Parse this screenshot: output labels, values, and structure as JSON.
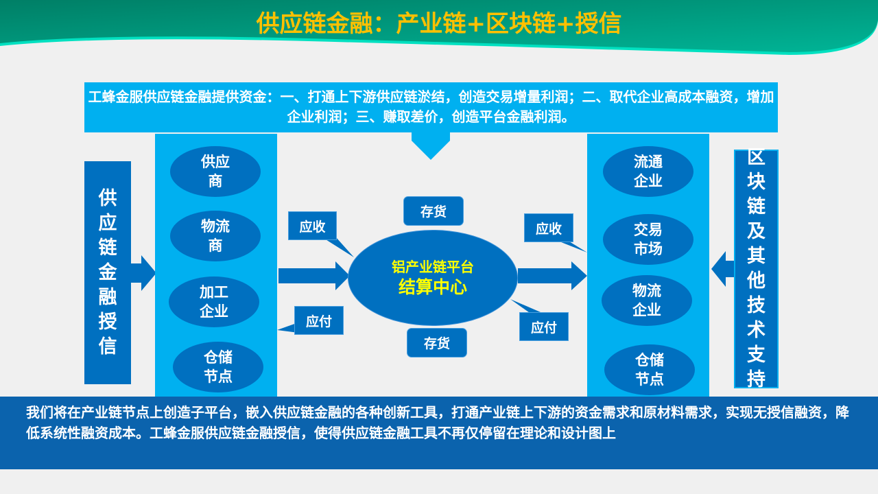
{
  "title": "供应链金融：产业链+区块链+授信",
  "top_text": "工蜂金服供应链金融提供资金：一、打通上下游供应链淤结，创造交易增量利润；二、取代企业高成本融资，增加企业利润；三、赚取差价，创造平台金融利润。",
  "left_vertical": "供应链金融授信",
  "right_vertical": "区块链及其他技术支持",
  "left_nodes": [
    "供应\n商",
    "物流\n商",
    "加工\n企业",
    "仓储\n节点"
  ],
  "right_nodes": [
    "流通\n企业",
    "交易\n市场",
    "物流\n企业",
    "仓储\n节点"
  ],
  "center": {
    "line1": "铝产业链平台",
    "line2": "结算中心"
  },
  "callouts": {
    "receivable_left": "应收",
    "payable_left": "应付",
    "inventory_top": "存货",
    "inventory_bottom": "存货",
    "receivable_right": "应收",
    "payable_right": "应付"
  },
  "bottom_text": "我们将在产业链节点上创造子平台，嵌入供应链金融的各种创新工具，打通产业链上下游的资金需求和原材料需求，实现无授信融资，降低系统性融资成本。工蜂金服供应链金融授信，使得供应链金融工具不再仅停留在理论和设计图上"
}
